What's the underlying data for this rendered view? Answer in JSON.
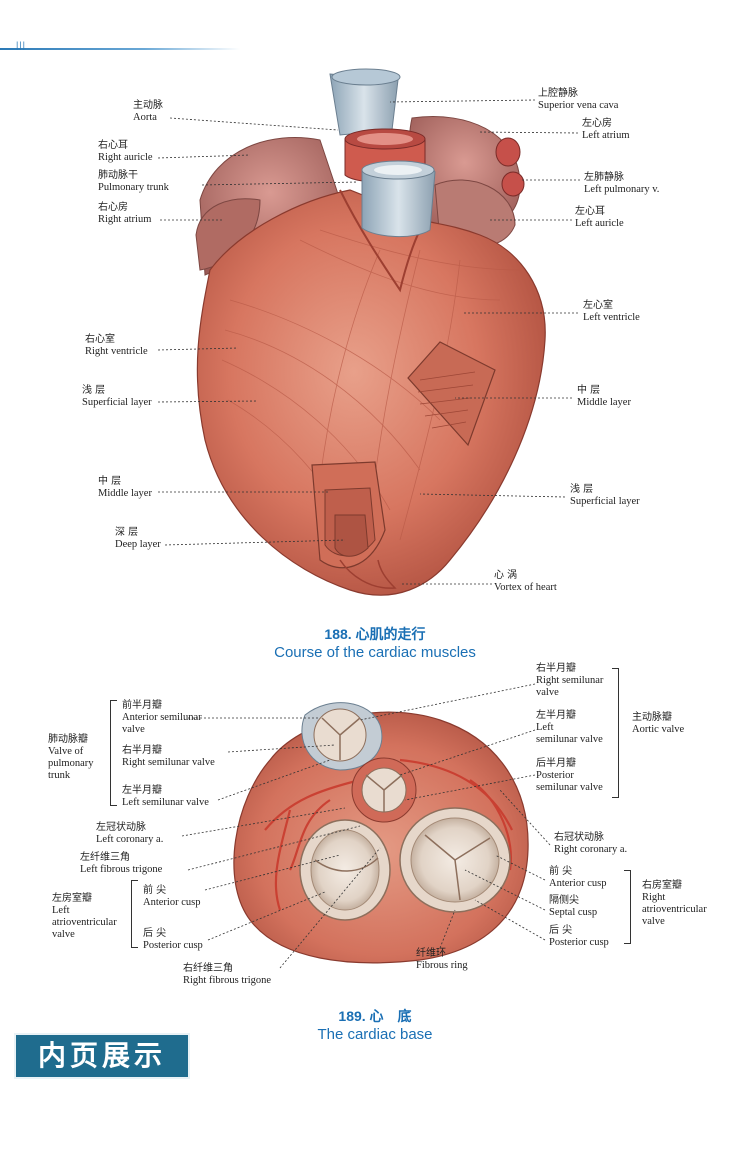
{
  "header": {
    "mark": "|||  ",
    "accent_color": "#2b79b6"
  },
  "figure188": {
    "number": "188. 心肌的走行",
    "title": "Course of the cardiac muscles",
    "labels": {
      "aorta": {
        "cn": "主动脉",
        "en": "Aorta"
      },
      "right_auricle": {
        "cn": "右心耳",
        "en": "Right auricle"
      },
      "pulmonary_trunk": {
        "cn": "肺动脉干",
        "en": "Pulmonary trunk"
      },
      "right_atrium": {
        "cn": "右心房",
        "en": "Right atrium"
      },
      "right_ventricle": {
        "cn": "右心室",
        "en": "Right ventricle"
      },
      "superficial_layer_left": {
        "cn": "浅 层",
        "en": "Superficial layer"
      },
      "middle_layer_left": {
        "cn": "中 层",
        "en": "Middle layer"
      },
      "deep_layer": {
        "cn": "深 层",
        "en": "Deep layer"
      },
      "svc": {
        "cn": "上腔静脉",
        "en": "Superior vena cava"
      },
      "left_atrium": {
        "cn": "左心房",
        "en": "Left atrium"
      },
      "left_pulmonary_v": {
        "cn": "左肺静脉",
        "en": "Left pulmonary v."
      },
      "left_auricle": {
        "cn": "左心耳",
        "en": "Left auricle"
      },
      "left_ventricle": {
        "cn": "左心室",
        "en": "Left ventricle"
      },
      "middle_layer_right": {
        "cn": "中 层",
        "en": "Middle layer"
      },
      "superficial_layer_right": {
        "cn": "浅 层",
        "en": "Superficial layer"
      },
      "vortex": {
        "cn": "心 涡",
        "en": "Vortex of heart"
      }
    }
  },
  "figure189": {
    "number": "189. 心　底",
    "title": "The cardiac base",
    "labels": {
      "anterior_semilunar": {
        "cn": "前半月瓣",
        "en1": "Anterior semilunar",
        "en2": "valve"
      },
      "right_semilunar_p": {
        "cn": "右半月瓣",
        "en": "Right semilunar valve"
      },
      "left_semilunar_p": {
        "cn": "左半月瓣",
        "en": "Left semilunar valve"
      },
      "pulmonary_valve_group": {
        "cn": "肺动脉瓣",
        "en1": "Valve of",
        "en2": "pulmonary",
        "en3": "trunk"
      },
      "left_coronary": {
        "cn": "左冠状动脉",
        "en": "Left coronary a."
      },
      "left_fibrous_trigone": {
        "cn": "左纤维三角",
        "en": "Left fibrous trigone"
      },
      "mitral_group": {
        "cn": "左房室瓣",
        "en1": "Left",
        "en2": "atrioventricular",
        "en3": "valve"
      },
      "anterior_cusp_l": {
        "cn": "前 尖",
        "en": "Anterior cusp"
      },
      "posterior_cusp_l": {
        "cn": "后 尖",
        "en": "Posterior cusp"
      },
      "right_fibrous_trigone": {
        "cn": "右纤维三角",
        "en": "Right fibrous trigone"
      },
      "fibrous_ring": {
        "cn": "纤维环",
        "en": "Fibrous ring"
      },
      "right_semilunar_a": {
        "cn": "右半月瓣",
        "en1": "Right semilunar",
        "en2": "valve"
      },
      "left_semilunar_a": {
        "cn": "左半月瓣",
        "en1": "Left",
        "en2": "semilunar valve"
      },
      "posterior_semilunar": {
        "cn": "后半月瓣",
        "en1": "Posterior",
        "en2": "semilunar valve"
      },
      "aortic_valve_group": {
        "cn": "主动脉瓣",
        "en": "Aortic valve"
      },
      "right_coronary": {
        "cn": "右冠状动脉",
        "en": "Right coronary a."
      },
      "anterior_cusp_r": {
        "cn": "前 尖",
        "en": "Anterior cusp"
      },
      "septal_cusp": {
        "cn": "隔侧尖",
        "en": "Septal cusp"
      },
      "posterior_cusp_r": {
        "cn": "后 尖",
        "en": "Posterior cusp"
      },
      "tricuspid_group": {
        "cn": "右房室瓣",
        "en1": "Right",
        "en2": "atrioventricular",
        "en3": "valve"
      }
    }
  },
  "banner": {
    "text": "内页展示",
    "color": "#1f6c8e"
  }
}
